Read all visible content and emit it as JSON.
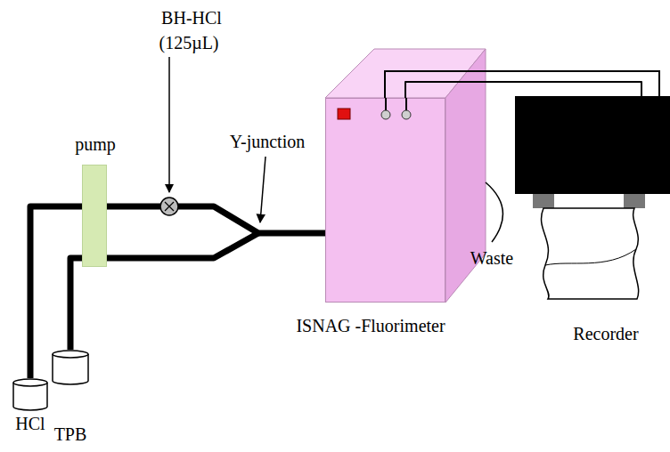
{
  "diagram": {
    "nodes": [
      {
        "text": [
          "HCl"
        ]
      },
      {
        "text": [
          "TPB"
        ]
      },
      {
        "text": [
          "pump"
        ]
      },
      {
        "text": [
          "ISNAG -Fluorimeter"
        ]
      },
      {
        "text": [
          "Recorder"
        ]
      }
    ],
    "edges": [
      {
        "from": 0,
        "to": 2,
        "arrow": "none"
      },
      {
        "from": 1,
        "to": 2,
        "arrow": "none"
      },
      {
        "from": 2,
        "to": 3,
        "arrow": "none"
      },
      {
        "from": 3,
        "to": 4,
        "arrow": "none"
      }
    ],
    "labels": [
      "BH-HCl",
      "(125µL)",
      "Y-junction",
      "Waste"
    ]
  }
}
